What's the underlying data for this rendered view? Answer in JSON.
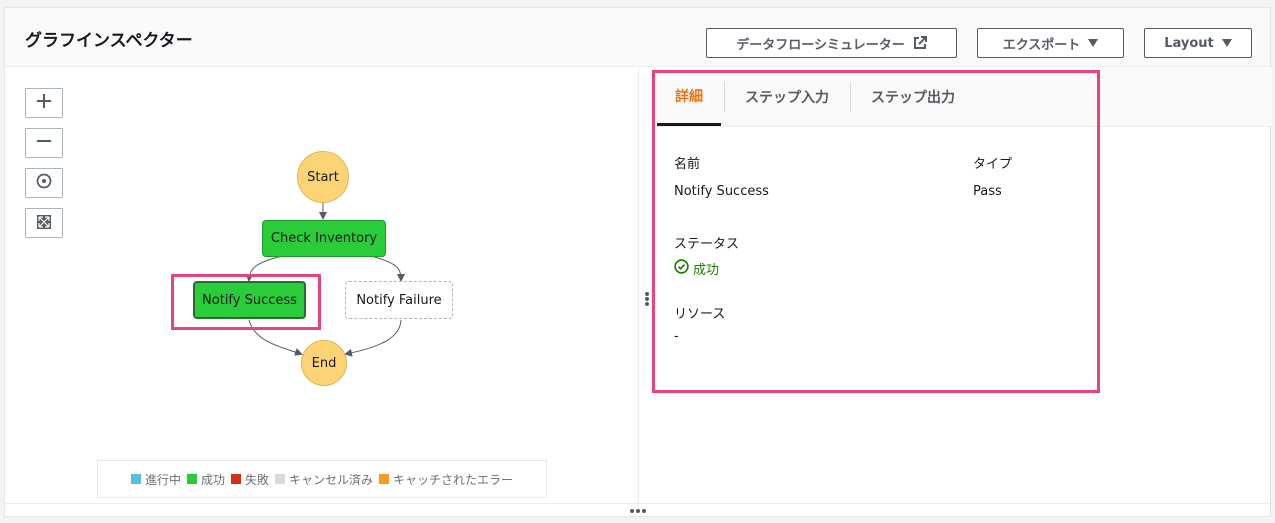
{
  "header": {
    "title": "グラフインスペクター",
    "buttons": {
      "simulator": "データフローシミュレーター",
      "export": "エクスポート",
      "layout": "Layout"
    }
  },
  "zoom_controls": {
    "zoom_in": "+",
    "zoom_out": "−",
    "center": "center",
    "fit": "fit"
  },
  "graph": {
    "nodes": {
      "start": "Start",
      "check_inventory": "Check Inventory",
      "notify_success": "Notify Success",
      "notify_failure": "Notify Failure",
      "end": "End"
    }
  },
  "legend": {
    "items": [
      {
        "label": "進行中",
        "color": "#5bc0de"
      },
      {
        "label": "成功",
        "color": "#2bcc3a"
      },
      {
        "label": "失敗",
        "color": "#d13212"
      },
      {
        "label": "キャンセル済み",
        "color": "#d5dbdb"
      },
      {
        "label": "キャッチされたエラー",
        "color": "#f89c1c"
      }
    ]
  },
  "details": {
    "tabs": [
      "詳細",
      "ステップ入力",
      "ステップ出力"
    ],
    "active_tab": "詳細",
    "name_label": "名前",
    "name_value": "Notify Success",
    "type_label": "タイプ",
    "type_value": "Pass",
    "status_label": "ステータス",
    "status_value": "成功",
    "resource_label": "リソース",
    "resource_value": "-"
  },
  "colors": {
    "accent": "#ec7211",
    "highlight": "#e8447a",
    "success": "#1d8102",
    "node_green": "#2bcc3a",
    "node_circle": "#fcd476"
  }
}
